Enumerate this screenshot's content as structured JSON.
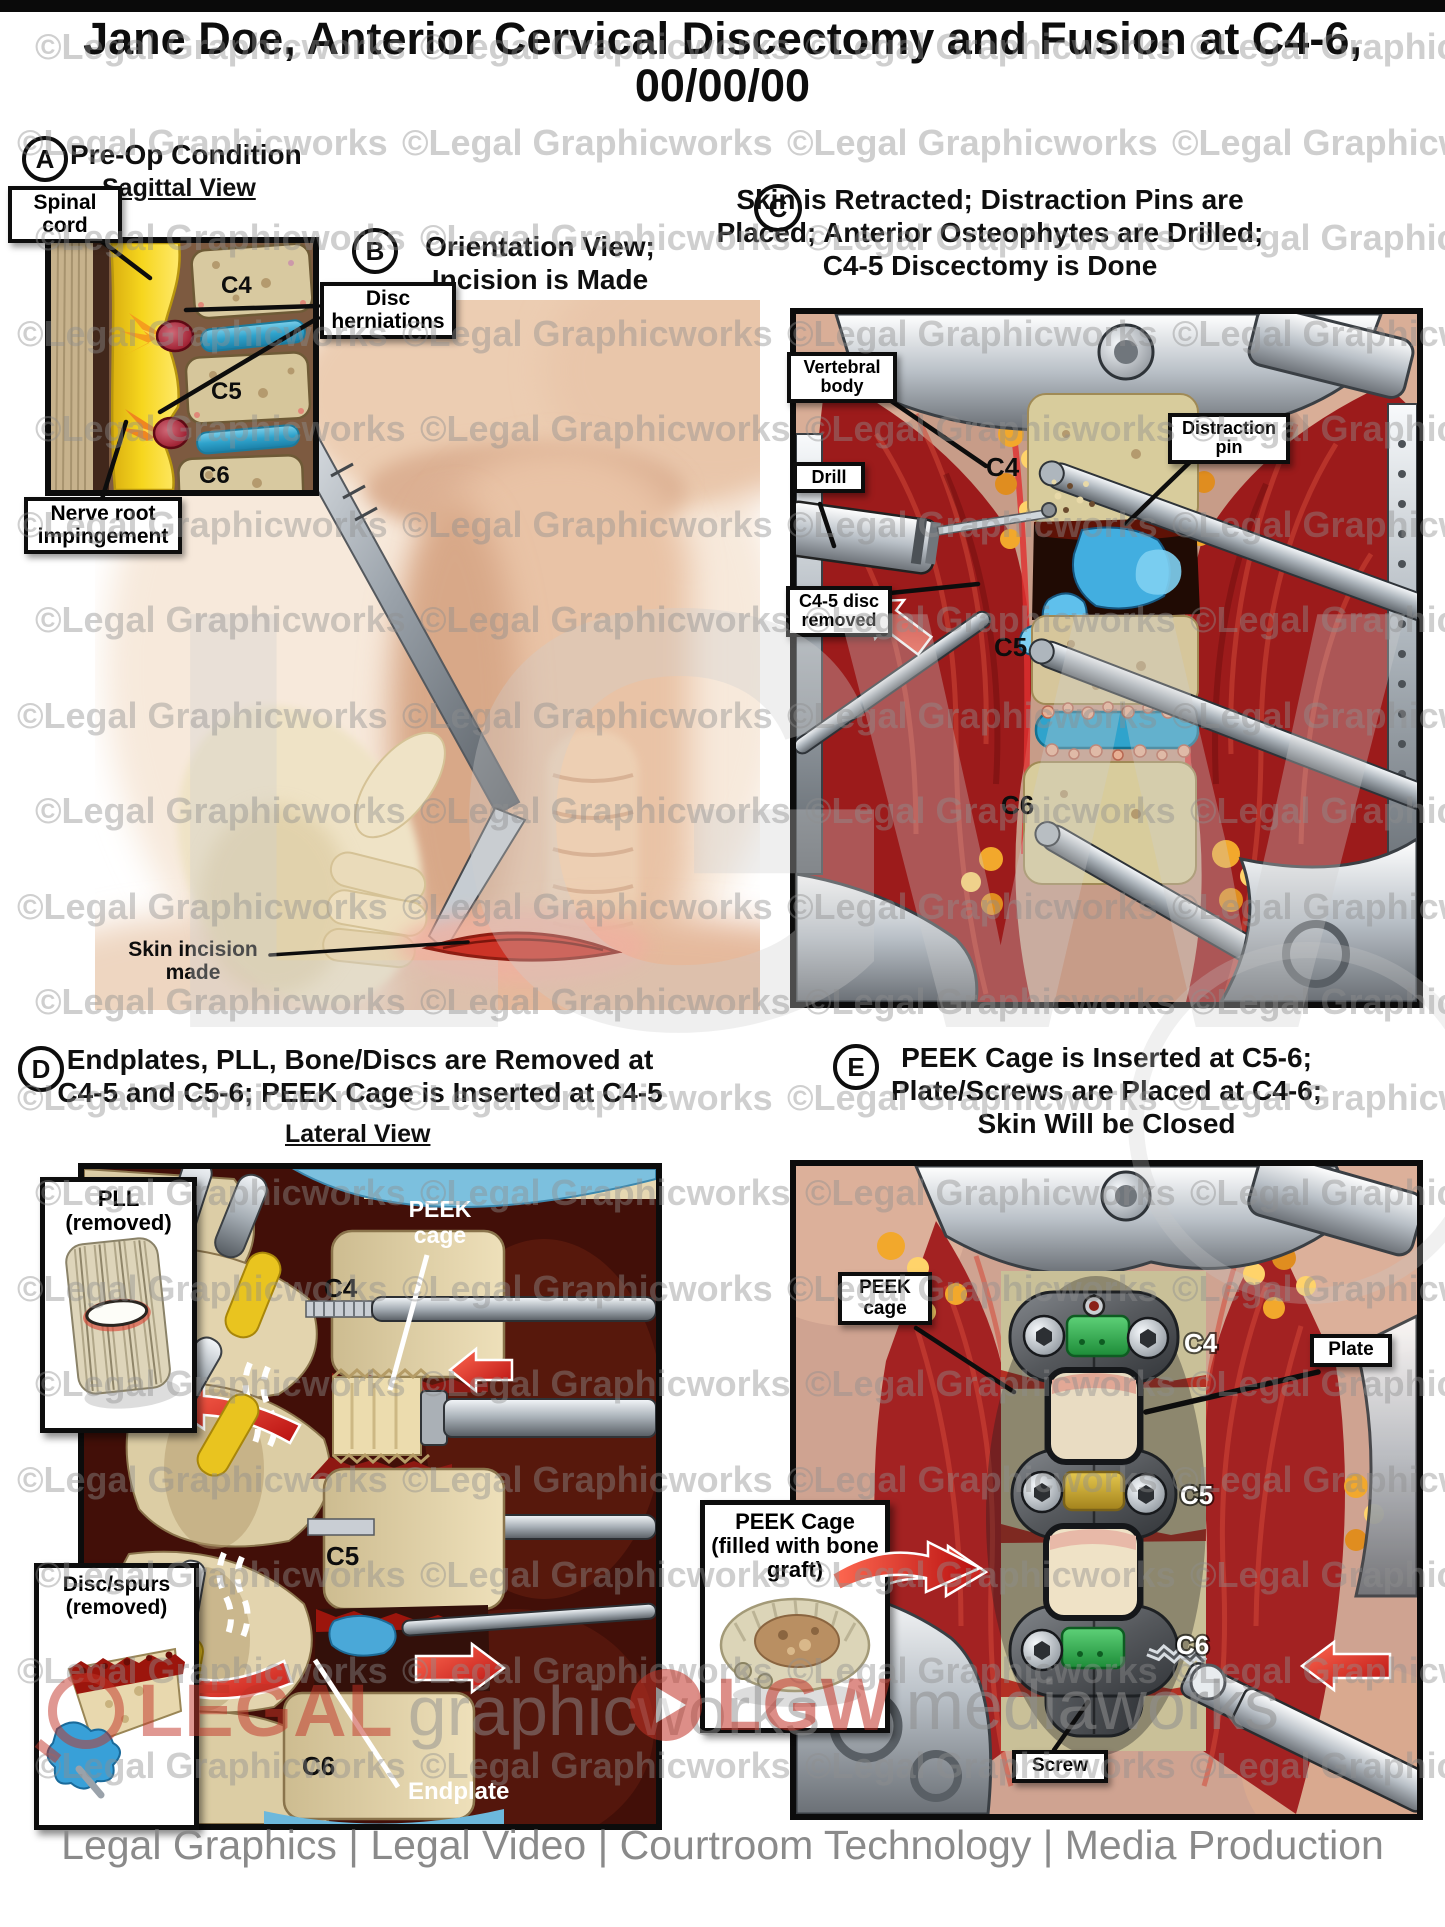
{
  "doc": {
    "title_line1": "Jane Doe, Anterior Cervical Discectomy and Fusion at C4-6,",
    "title_line2": "00/00/00"
  },
  "watermarks": {
    "tile": "©Legal Graphicworks",
    "big": "LGW"
  },
  "brand": {
    "left_main": "LEGAL",
    "left_sub": "graphicworks",
    "right_main": "LGW",
    "right_sub": "mediaworks"
  },
  "footer": {
    "text": "Legal Graphics | Legal Video | Courtroom Technology | Media Production"
  },
  "colors": {
    "brand_red": "#c23327",
    "watermark_gray": "#999999",
    "disc_blue": "#2fa3cc",
    "bone": "#d9cba0",
    "muscle_red": "#a32222",
    "cage_green": "#2fb04a",
    "cage_gold": "#c9a42c",
    "arrow_red": "#e02b20"
  },
  "panels": {
    "a": {
      "letter": "A",
      "title": "Pre-Op Condition",
      "subtitle": "Sagittal View",
      "labels": {
        "spinal_cord": "Spinal cord",
        "disc_herniations": "Disc herniations",
        "nerve_root": "Nerve root impingement",
        "c4": "C4",
        "c5": "C5",
        "c6": "C6"
      }
    },
    "b": {
      "letter": "B",
      "title_line1": "Orientation View;",
      "title_line2": "Incision is Made",
      "labels": {
        "skin_incision": "Skin incision made"
      }
    },
    "c": {
      "letter": "C",
      "title_line1": "Skin is Retracted; Distraction Pins are",
      "title_line2": "Placed; Anterior Osteophytes are Drilled;",
      "title_line3": "C4-5 Discectomy is Done",
      "labels": {
        "vertebral_body": "Vertebral body",
        "drill": "Drill",
        "distraction_pin": "Distraction pin",
        "disc_removed": "C4-5 disc removed",
        "c4": "C4",
        "c5": "C5",
        "c6": "C6"
      }
    },
    "d": {
      "letter": "D",
      "title_line1": "Endplates, PLL, Bone/Discs are Removed at",
      "title_line2": "C4-5 and C5-6; PEEK Cage is Inserted at C4-5",
      "subtitle": "Lateral View",
      "labels": {
        "pll_removed": "PLL (removed)",
        "peek_l1": "PEEK",
        "peek_l2": "cage",
        "disc_spurs": "Disc/spurs (removed)",
        "endplate": "Endplate",
        "c4": "C4",
        "c5": "C5",
        "c6": "C6"
      }
    },
    "e": {
      "letter": "E",
      "title_line1": "PEEK Cage is Inserted at C5-6;",
      "title_line2": "Plate/Screws are Placed at C4-6;",
      "title_line3": "Skin Will be Closed",
      "labels": {
        "peek_cage": "PEEK cage",
        "plate": "Plate",
        "screw": "Screw",
        "cage_filled": "PEEK Cage (filled with bone graft)",
        "c4": "C4",
        "c5": "C5",
        "c6": "C6"
      }
    }
  }
}
